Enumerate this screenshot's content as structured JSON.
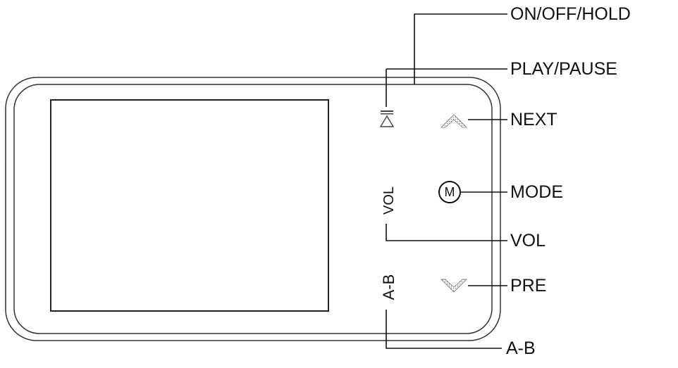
{
  "callouts": {
    "on_off_hold": "ON/OFF/HOLD",
    "play_pause": "PLAY/PAUSE",
    "next": "NEXT",
    "mode": "MODE",
    "vol": "VOL",
    "pre": "PRE",
    "a_b": "A-B"
  },
  "device": {
    "vol_label": "VOL",
    "ab_label": "A-B",
    "mode_glyph": "M"
  },
  "icons": {
    "play_pause": "play-pause-icon",
    "next": "next-arrow-up-icon",
    "pre": "prev-arrow-down-icon",
    "mode": "mode-circle-m-icon"
  }
}
